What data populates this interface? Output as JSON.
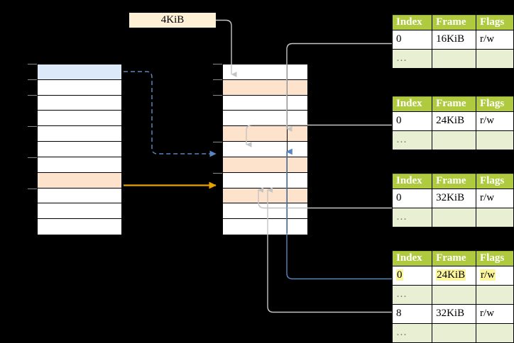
{
  "diagram": {
    "title": "multi-level-page-table-walk",
    "page_size_label": "4KiB",
    "colors": {
      "header_green": "#afca3e",
      "row_alt_green": "#e9efd3",
      "highlight_yellow": "#fbf59b",
      "selected_blue": "#dce9f9",
      "selected_peach": "#fde3cb",
      "tag_cream": "#fdf0d5",
      "arrow_orange": "#e8a300",
      "arrow_blue": "#5b85bd",
      "arrow_gray": "#bdbdbd"
    }
  },
  "left_column": {
    "name": "virtual-address-space",
    "row_count": 11,
    "rows": [
      {
        "index": 0,
        "fill": "blue",
        "label": ""
      },
      {
        "index": 1,
        "fill": "white",
        "label": ""
      },
      {
        "index": 2,
        "fill": "white",
        "label": ""
      },
      {
        "index": 3,
        "fill": "white",
        "label": ""
      },
      {
        "index": 4,
        "fill": "white",
        "label": ""
      },
      {
        "index": 5,
        "fill": "white",
        "label": ""
      },
      {
        "index": 6,
        "fill": "white",
        "label": ""
      },
      {
        "index": 7,
        "fill": "peach",
        "label": ""
      },
      {
        "index": 8,
        "fill": "white",
        "label": ""
      },
      {
        "index": 9,
        "fill": "white",
        "label": ""
      },
      {
        "index": 10,
        "fill": "white",
        "label": ""
      }
    ]
  },
  "middle_column": {
    "name": "physical-memory-frames",
    "row_count": 11,
    "rows": [
      {
        "index": 0,
        "fill": "white",
        "label": ""
      },
      {
        "index": 1,
        "fill": "peach",
        "label": ""
      },
      {
        "index": 2,
        "fill": "white",
        "label": ""
      },
      {
        "index": 3,
        "fill": "white",
        "label": ""
      },
      {
        "index": 4,
        "fill": "peach",
        "label": ""
      },
      {
        "index": 5,
        "fill": "white",
        "label": ""
      },
      {
        "index": 6,
        "fill": "peach",
        "label": ""
      },
      {
        "index": 7,
        "fill": "white",
        "label": ""
      },
      {
        "index": 8,
        "fill": "peach",
        "label": ""
      },
      {
        "index": 9,
        "fill": "white",
        "label": ""
      },
      {
        "index": 10,
        "fill": "white",
        "label": ""
      }
    ]
  },
  "tables": [
    {
      "name": "page-table-level-4",
      "columns": [
        "Index",
        "Frame",
        "Flags"
      ],
      "rows": [
        {
          "index": "0",
          "frame": "16KiB",
          "flags": "r/w",
          "style": "normal"
        },
        {
          "index": "…",
          "frame": "",
          "flags": "",
          "style": "dots"
        }
      ]
    },
    {
      "name": "page-table-level-3",
      "columns": [
        "Index",
        "Frame",
        "Flags"
      ],
      "rows": [
        {
          "index": "0",
          "frame": "24KiB",
          "flags": "r/w",
          "style": "normal"
        },
        {
          "index": "…",
          "frame": "",
          "flags": "",
          "style": "dots"
        }
      ]
    },
    {
      "name": "page-table-level-2",
      "columns": [
        "Index",
        "Frame",
        "Flags"
      ],
      "rows": [
        {
          "index": "0",
          "frame": "32KiB",
          "flags": "r/w",
          "style": "normal"
        },
        {
          "index": "…",
          "frame": "",
          "flags": "",
          "style": "dots"
        }
      ]
    },
    {
      "name": "page-table-level-1",
      "columns": [
        "Index",
        "Frame",
        "Flags"
      ],
      "rows": [
        {
          "index": "0",
          "frame": "24KiB",
          "flags": "r/w",
          "style": "highlight"
        },
        {
          "index": "…",
          "frame": "",
          "flags": "",
          "style": "dots"
        },
        {
          "index": "8",
          "frame": "32KiB",
          "flags": "r/w",
          "style": "normal"
        },
        {
          "index": "…",
          "frame": "",
          "flags": "",
          "style": "dots"
        }
      ]
    }
  ]
}
